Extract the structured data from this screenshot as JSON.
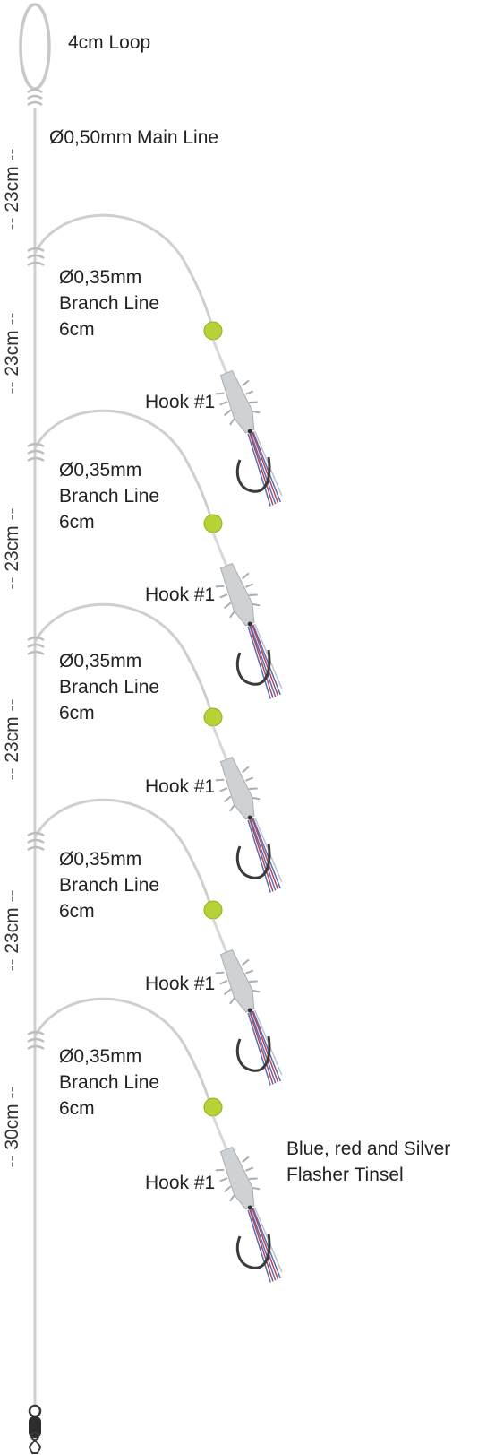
{
  "loop_label": "4cm Loop",
  "main_line_label": "Ø0,50mm Main Line",
  "segments": [
    "-- 23cm --",
    "-- 23cm --",
    "-- 23cm --",
    "-- 23cm --",
    "-- 23cm --",
    "-- 30cm --"
  ],
  "branches": [
    {
      "line": [
        "Ø0,35mm",
        "Branch Line",
        "6cm"
      ],
      "hook": "Hook #1"
    },
    {
      "line": [
        "Ø0,35mm",
        "Branch Line",
        "6cm"
      ],
      "hook": "Hook #1"
    },
    {
      "line": [
        "Ø0,35mm",
        "Branch Line",
        "6cm"
      ],
      "hook": "Hook #1"
    },
    {
      "line": [
        "Ø0,35mm",
        "Branch Line",
        "6cm"
      ],
      "hook": "Hook #1"
    },
    {
      "line": [
        "Ø0,35mm",
        "Branch Line",
        "6cm"
      ],
      "hook": "Hook #1"
    }
  ],
  "tinsel_label": [
    "Blue, red and Silver",
    "Flasher Tinsel"
  ],
  "colors": {
    "line": "#cfcfcf",
    "bead": "#b5d334",
    "lure_body": "#cfd2d4",
    "hook": "#3b3b3b",
    "tinsel_blue": "#5a6db0",
    "tinsel_red": "#b0475a",
    "text": "#222222"
  },
  "icons": [
    "loop-icon",
    "knot-icon",
    "bead-icon",
    "shrimp-lure-icon",
    "hook-icon",
    "swivel-icon",
    "snap-icon"
  ]
}
